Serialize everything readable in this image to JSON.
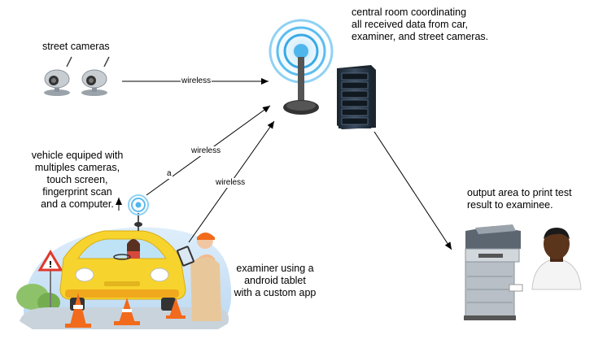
{
  "labels": {
    "street_cameras": "street cameras",
    "central_room": "central room coordinating\nall received data from car,\nexaminer, and street cameras.",
    "vehicle": "vehicle equiped with\nmultiples cameras,\ntouch screen,\nfingerprint scan\nand a computer.",
    "output_area": "output area to print test\nresult to examinee.",
    "examiner": "examiner using a\nandroid tablet\nwith a custom app"
  },
  "edges": {
    "cameras_to_antenna": "wireless",
    "car_to_antenna": "wireless",
    "car_to_antenna_extra": "a",
    "examiner_to_antenna": "wireless"
  },
  "colors": {
    "antenna_ring": "#4fb6ec",
    "server": "#2c3e50",
    "car": "#f7d42d",
    "cone": "#f26a1b",
    "road": "#c9d3dc"
  }
}
